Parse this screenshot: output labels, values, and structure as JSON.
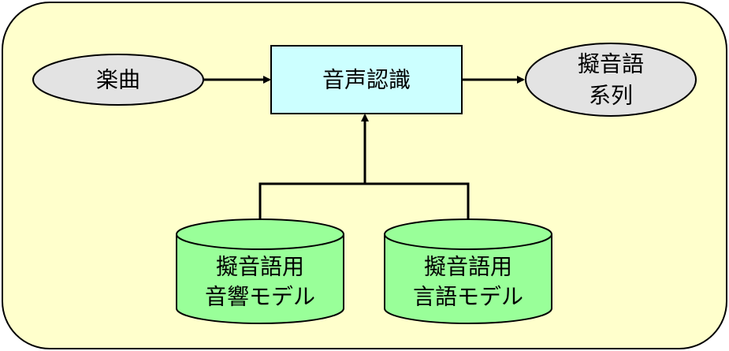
{
  "nodes": {
    "input": {
      "label": "楽曲"
    },
    "process": {
      "label": "音声認識"
    },
    "output": {
      "lines": [
        "擬音語",
        "系列"
      ]
    },
    "acoustic_model": {
      "lines": [
        "擬音語用",
        "音響モデル"
      ]
    },
    "language_model": {
      "lines": [
        "擬音語用",
        "言語モデル"
      ]
    }
  },
  "colors": {
    "background_panel": "#ffffcc",
    "terminal_ellipse": "#e3e3e3",
    "process_box": "#ccffff",
    "database_cylinder": "#99ff99",
    "stroke": "#000000"
  }
}
